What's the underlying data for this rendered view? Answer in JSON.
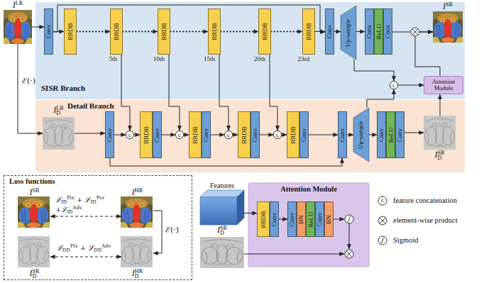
{
  "diagram": {
    "nodes": [
      {
        "text": [
          "ILR"
        ]
      },
      {
        "text": [
          "SISR Branch"
        ]
      },
      {
        "text": [
          "Conv"
        ],
        "in": 1
      },
      {
        "text": [
          "RRDB"
        ],
        "in": 1
      },
      {
        "text": [
          "RRDB",
          "5th"
        ],
        "in": 1
      },
      {
        "text": [
          "RRDB",
          "10th"
        ],
        "in": 1
      },
      {
        "text": [
          "RRDB",
          "15th"
        ],
        "in": 1
      },
      {
        "text": [
          "RRDB",
          "20th"
        ],
        "in": 1
      },
      {
        "text": [
          "RRDB",
          "23rd"
        ],
        "in": 1
      },
      {
        "text": [
          "Conv"
        ],
        "in": 1
      },
      {
        "text": [
          "Up-sample"
        ],
        "in": 1
      },
      {
        "text": [
          "Conv"
        ],
        "in": 1
      },
      {
        "text": [
          "ReLU"
        ],
        "in": 1
      },
      {
        "text": [
          "Conv"
        ],
        "in": 1
      },
      {
        "text": [
          "c"
        ],
        "in": 1
      },
      {
        "text": [
          "Attention Module"
        ],
        "in": 1
      },
      {
        "text": [
          "ISR"
        ],
        "in": 1
      },
      {
        "text": [
          "Detail Branch"
        ]
      },
      {
        "text": [
          "IDLR"
        ],
        "in": 17
      },
      {
        "text": [
          "Conv"
        ],
        "in": 17
      },
      {
        "text": [
          "c"
        ],
        "in": 17
      },
      {
        "text": [
          "RRDB"
        ],
        "in": 17
      },
      {
        "text": [
          "Conv"
        ],
        "in": 17
      },
      {
        "text": [
          "c"
        ],
        "in": 17
      },
      {
        "text": [
          "RRDB"
        ],
        "in": 17
      },
      {
        "text": [
          "Conv"
        ],
        "in": 17
      },
      {
        "text": [
          "c"
        ],
        "in": 17
      },
      {
        "text": [
          "RRDB"
        ],
        "in": 17
      },
      {
        "text": [
          "Conv"
        ],
        "in": 17
      },
      {
        "text": [
          "c"
        ],
        "in": 17
      },
      {
        "text": [
          "RRDB"
        ],
        "in": 17
      },
      {
        "text": [
          "Conv"
        ],
        "in": 17
      },
      {
        "text": [
          "Conv"
        ],
        "in": 17
      },
      {
        "text": [
          "Up-sample"
        ],
        "in": 17
      },
      {
        "text": [
          "Conv"
        ],
        "in": 17
      },
      {
        "text": [
          "ReLU"
        ],
        "in": 17
      },
      {
        "text": [
          "Conv"
        ],
        "in": 17
      },
      {
        "text": [
          "IDSR"
        ],
        "in": 17
      },
      {
        "text": [
          "Loss functions"
        ]
      },
      {
        "text": [
          "ISR"
        ],
        "in": 38
      },
      {
        "text": [
          "IHR"
        ],
        "in": 38
      },
      {
        "text": [
          "IDSR"
        ],
        "in": 38
      },
      {
        "text": [
          "IDHR"
        ],
        "in": 38
      },
      {
        "text": [
          "Features"
        ]
      },
      {
        "text": [
          "IDSR"
        ]
      },
      {
        "text": [
          "Attention Module"
        ]
      },
      {
        "text": [
          "RRDB"
        ],
        "in": 45
      },
      {
        "text": [
          "Conv"
        ],
        "in": 45
      },
      {
        "text": [
          "Conv"
        ],
        "in": 45
      },
      {
        "text": [
          "BN"
        ],
        "in": 45
      },
      {
        "text": [
          "ReLU"
        ],
        "in": 45
      },
      {
        "text": [
          "Conv"
        ],
        "in": 45
      },
      {
        "text": [
          "BN"
        ],
        "in": 45
      }
    ],
    "edges": [
      {
        "from": 0,
        "to": 2,
        "arrow": "to"
      },
      {
        "from": 0,
        "to": 18,
        "arrow": "to",
        "label": "ℰ(·)"
      },
      {
        "from": 2,
        "to": 3,
        "arrow": "to"
      },
      {
        "from": 3,
        "to": 4,
        "arrow": "to"
      },
      {
        "from": 4,
        "to": 5,
        "arrow": "to"
      },
      {
        "from": 5,
        "to": 6,
        "arrow": "to"
      },
      {
        "from": 6,
        "to": 7,
        "arrow": "to"
      },
      {
        "from": 7,
        "to": 8,
        "arrow": "to"
      },
      {
        "from": 8,
        "to": 9,
        "arrow": "to"
      },
      {
        "from": 2,
        "to": 9,
        "arrow": "to"
      },
      {
        "from": 9,
        "to": 10,
        "arrow": "to"
      },
      {
        "from": 10,
        "to": 11,
        "arrow": "to"
      },
      {
        "from": 13,
        "to": 16,
        "arrow": "to"
      },
      {
        "from": 15,
        "to": 16,
        "arrow": "to"
      },
      {
        "from": 10,
        "to": 14,
        "arrow": "to"
      },
      {
        "from": 33,
        "to": 14,
        "arrow": "to"
      },
      {
        "from": 14,
        "to": 15,
        "arrow": "to"
      },
      {
        "from": 37,
        "to": 15,
        "arrow": "to"
      },
      {
        "from": 18,
        "to": 19,
        "arrow": "to"
      },
      {
        "from": 19,
        "to": 20,
        "arrow": "to"
      },
      {
        "from": 4,
        "to": 20,
        "arrow": "to"
      },
      {
        "from": 20,
        "to": 21,
        "arrow": "to"
      },
      {
        "from": 22,
        "to": 23,
        "arrow": "to"
      },
      {
        "from": 5,
        "to": 23,
        "arrow": "to"
      },
      {
        "from": 23,
        "to": 24,
        "arrow": "to"
      },
      {
        "from": 25,
        "to": 26,
        "arrow": "to"
      },
      {
        "from": 6,
        "to": 26,
        "arrow": "to"
      },
      {
        "from": 26,
        "to": 27,
        "arrow": "to"
      },
      {
        "from": 28,
        "to": 29,
        "arrow": "to"
      },
      {
        "from": 7,
        "to": 29,
        "arrow": "to"
      },
      {
        "from": 29,
        "to": 30,
        "arrow": "to"
      },
      {
        "from": 31,
        "to": 32,
        "arrow": "to"
      },
      {
        "from": 19,
        "to": 32,
        "arrow": "to"
      },
      {
        "from": 32,
        "to": 33,
        "arrow": "to"
      },
      {
        "from": 33,
        "to": 34,
        "arrow": "to"
      },
      {
        "from": 36,
        "to": 37,
        "arrow": "to"
      },
      {
        "from": 39,
        "to": 40,
        "arrow": "both",
        "label": "ℒIDPix + ℒIDPer +ℒIDAdv"
      },
      {
        "from": 40,
        "to": 42,
        "arrow": "to",
        "label": "ℰ(·)"
      },
      {
        "from": 41,
        "to": 42,
        "arrow": "both",
        "label": "ℒDDPix + ℒDDAdv"
      },
      {
        "from": 43,
        "to": 46,
        "arrow": "to"
      },
      {
        "from": 47,
        "to": 48,
        "arrow": "to"
      }
    ],
    "labels": [
      "c"
    ],
    "legend": [
      {
        "text": "feature concatenation"
      },
      {
        "text": "element-wise product"
      },
      {
        "text": "Sigmoid"
      }
    ]
  }
}
